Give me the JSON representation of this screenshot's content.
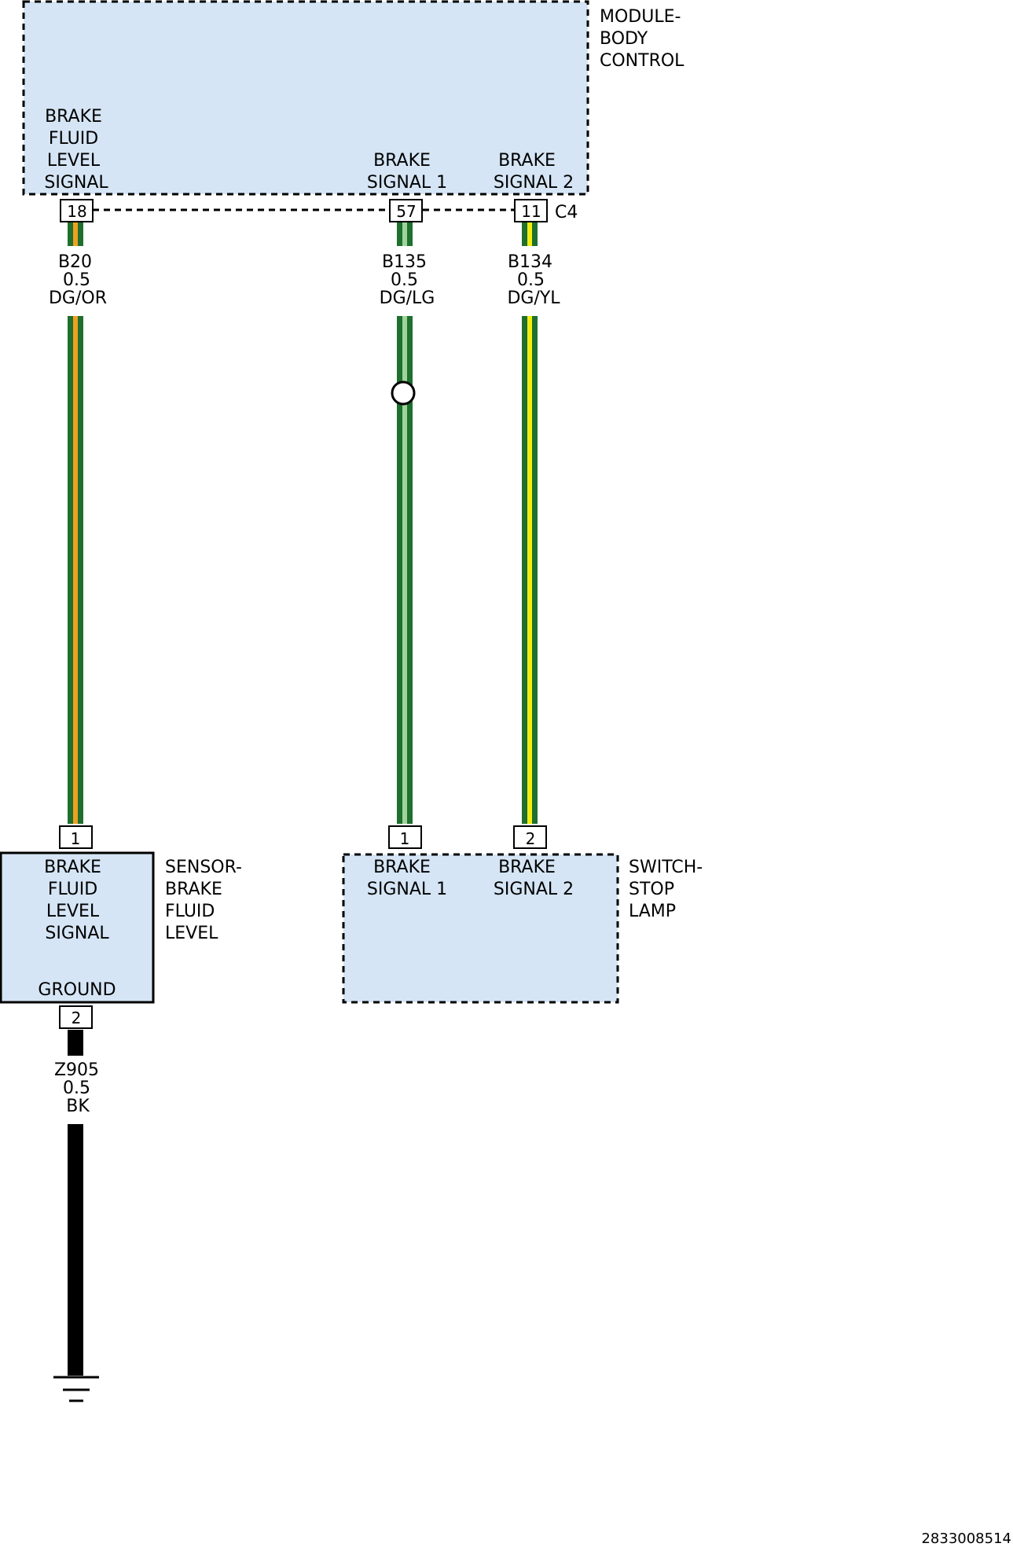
{
  "module": {
    "name_lines": [
      "MODULE-",
      "BODY",
      "CONTROL"
    ],
    "connector": "C4",
    "fill": "#d5e5f5",
    "pins": [
      {
        "number": "18",
        "label_lines": [
          "BRAKE",
          "FLUID",
          "LEVEL",
          "SIGNAL"
        ]
      },
      {
        "number": "57",
        "label_lines": [
          "BRAKE",
          "SIGNAL 1"
        ]
      },
      {
        "number": "11",
        "label_lines": [
          "BRAKE",
          "SIGNAL 2"
        ]
      }
    ]
  },
  "wires": [
    {
      "circuit": "B20",
      "gauge": "0.5",
      "color_code": "DG/OR",
      "base_color": "#1f6f2e",
      "stripe_color": "#f0a020"
    },
    {
      "circuit": "B135",
      "gauge": "0.5",
      "color_code": "DG/LG",
      "base_color": "#1f6f2e",
      "stripe_color": "#9ed49a"
    },
    {
      "circuit": "B134",
      "gauge": "0.5",
      "color_code": "DG/YL",
      "base_color": "#1f6f2e",
      "stripe_color": "#f3ee10"
    },
    {
      "circuit": "Z905",
      "gauge": "0.5",
      "color_code": "BK",
      "base_color": "#000000"
    }
  ],
  "sensor": {
    "name_lines": [
      "SENSOR-",
      "BRAKE",
      "FLUID",
      "LEVEL"
    ],
    "signal_pin": "1",
    "signal_label_lines": [
      "BRAKE",
      "FLUID",
      "LEVEL",
      "SIGNAL"
    ],
    "ground_pin": "2",
    "ground_label": "GROUND"
  },
  "switch": {
    "name_lines": [
      "SWITCH-",
      "STOP",
      "LAMP"
    ],
    "pins": [
      {
        "number": "1",
        "label_lines": [
          "BRAKE",
          "SIGNAL 1"
        ]
      },
      {
        "number": "2",
        "label_lines": [
          "BRAKE",
          "SIGNAL 2"
        ]
      }
    ]
  },
  "figure_id": "2833008514"
}
